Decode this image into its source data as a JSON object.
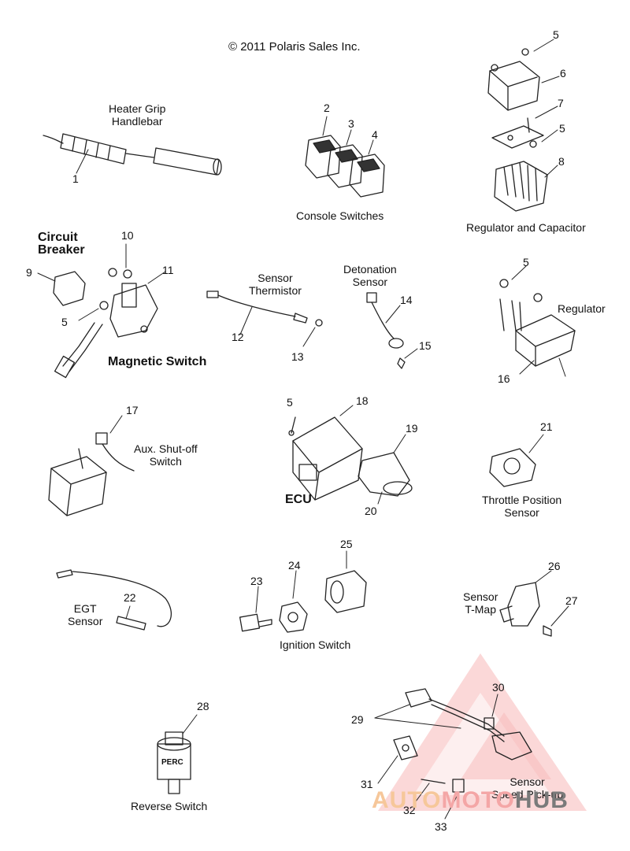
{
  "copyright": "© 2011 Polaris Sales Inc.",
  "captions": {
    "heater_grip": "Heater Grip\nHandlebar",
    "console_switches": "Console Switches",
    "regulator_capacitor": "Regulator and Capacitor",
    "circuit_breaker": "Circuit\nBreaker",
    "magnetic_switch": "Magnetic Switch",
    "sensor_thermistor": "Sensor\nThermistor",
    "detonation_sensor": "Detonation\nSensor",
    "regulator": "Regulator",
    "aux_shutoff": "Aux. Shut-off\nSwitch",
    "ecu": "ECU",
    "throttle_position": "Throttle Position\nSensor",
    "egt_sensor": "EGT\nSensor",
    "ignition_switch": "Ignition Switch",
    "sensor_tmap": "Sensor\nT-Map",
    "reverse_switch": "Reverse Switch",
    "sensor_speed": "Sensor\nSpeed Pick-up",
    "perc_label": "PERC"
  },
  "callouts": {
    "n1": "1",
    "n2": "2",
    "n3": "3",
    "n4": "4",
    "n5a": "5",
    "n5b": "5",
    "n5c": "5",
    "n5d": "5",
    "n5e": "5",
    "n6": "6",
    "n7": "7",
    "n8": "8",
    "n9": "9",
    "n10": "10",
    "n11": "11",
    "n12": "12",
    "n13": "13",
    "n14": "14",
    "n15": "15",
    "n16": "16",
    "n17": "17",
    "n18": "18",
    "n19": "19",
    "n20": "20",
    "n21": "21",
    "n22": "22",
    "n23": "23",
    "n24": "24",
    "n25": "25",
    "n26": "26",
    "n27": "27",
    "n28": "28",
    "n29": "29",
    "n30": "30",
    "n31": "31",
    "n32": "32",
    "n33": "33"
  },
  "watermark": {
    "part1": "AUTO",
    "part2": "MOTO",
    "part3": "HUB",
    "color_main": "#f4a6a6",
    "color_dark": "#7a7a7a",
    "color_orange": "#f6c79a"
  }
}
